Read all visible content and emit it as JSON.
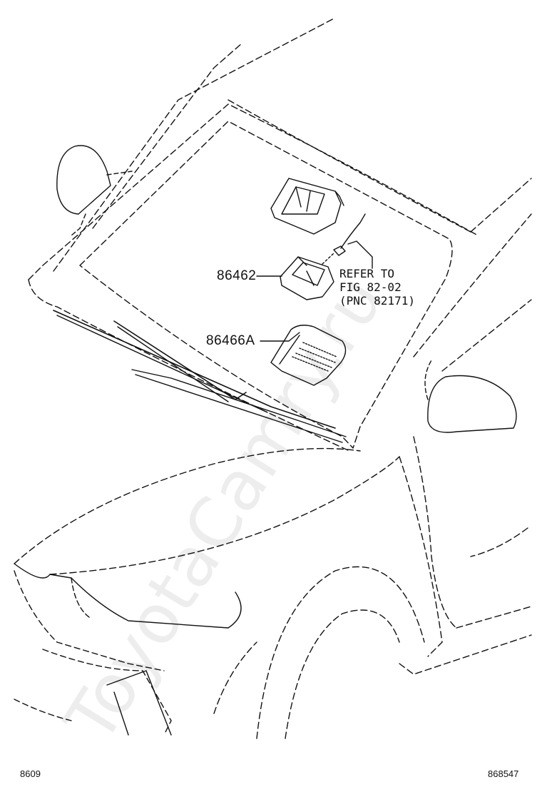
{
  "callouts": {
    "part_a": "86462",
    "part_b": "86466A",
    "refer_line1": "REFER TO",
    "refer_line2": "FIG 82-02",
    "refer_line3": "(PNC 82171)"
  },
  "footer": {
    "left": "8609",
    "right": "868547"
  },
  "watermark": "ToyotaCamry.ru",
  "colors": {
    "line": "#111111",
    "watermark": "#dddddd"
  }
}
